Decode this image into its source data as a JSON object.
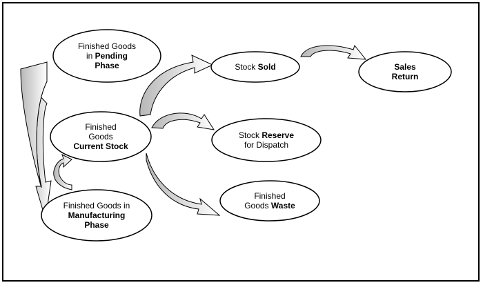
{
  "nodes": {
    "pending": {
      "lines": [
        {
          "parts": [
            {
              "t": "Finished Goods",
              "b": false
            }
          ]
        },
        {
          "parts": [
            {
              "t": "in ",
              "b": false
            },
            {
              "t": "Pending",
              "b": true
            }
          ]
        },
        {
          "parts": [
            {
              "t": "Phase",
              "b": true
            }
          ]
        }
      ]
    },
    "current": {
      "lines": [
        {
          "parts": [
            {
              "t": "Finished",
              "b": false
            }
          ]
        },
        {
          "parts": [
            {
              "t": "Goods",
              "b": false
            }
          ]
        },
        {
          "parts": [
            {
              "t": "Current Stock",
              "b": true
            }
          ]
        }
      ]
    },
    "manufacturing": {
      "lines": [
        {
          "parts": [
            {
              "t": "Finished Goods in",
              "b": false
            }
          ]
        },
        {
          "parts": [
            {
              "t": "Manufacturing",
              "b": true
            }
          ]
        },
        {
          "parts": [
            {
              "t": "Phase",
              "b": true
            }
          ]
        }
      ]
    },
    "sold": {
      "lines": [
        {
          "parts": [
            {
              "t": "Stock ",
              "b": false
            },
            {
              "t": "Sold",
              "b": true
            }
          ]
        }
      ]
    },
    "sales_return": {
      "lines": [
        {
          "parts": [
            {
              "t": "Sales",
              "b": true
            }
          ]
        },
        {
          "parts": [
            {
              "t": "Return",
              "b": true
            }
          ]
        }
      ]
    },
    "reserve": {
      "lines": [
        {
          "parts": [
            {
              "t": "Stock ",
              "b": false
            },
            {
              "t": "Reserve",
              "b": true
            }
          ]
        },
        {
          "parts": [
            {
              "t": "for Dispatch",
              "b": false
            }
          ]
        }
      ]
    },
    "waste": {
      "lines": [
        {
          "parts": [
            {
              "t": "Finished",
              "b": false
            }
          ]
        },
        {
          "parts": [
            {
              "t": "Goods ",
              "b": false
            },
            {
              "t": "Waste",
              "b": true
            }
          ]
        }
      ]
    }
  },
  "colors": {
    "node_fill": "#ffffff",
    "node_stroke": "#000000",
    "arrow_gradient_start": "#b8b8b8",
    "arrow_gradient_end": "#ffffff"
  }
}
